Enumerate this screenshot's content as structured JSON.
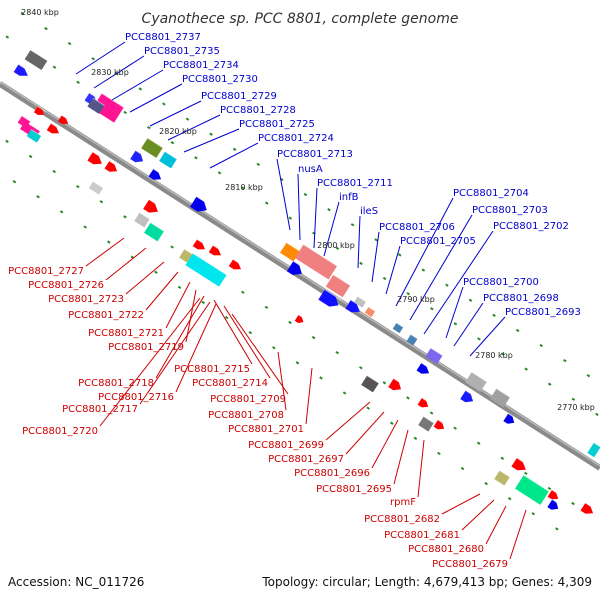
{
  "title": "Cyanothece sp. PCC 8801, complete genome",
  "footer": {
    "accession": "Accession: NC_011726",
    "info": "Topology: circular; Length: 4,679,413 bp; Genes: 4,309"
  },
  "colors": {
    "top": "#0000cc",
    "bottom": "#cc0000",
    "backbone": "#808080"
  },
  "kbp_labels": [
    "2840 kbp",
    "2830 kbp",
    "2820 kbp",
    "2810 kbp",
    "2800 kbp",
    "2790 kbp",
    "2780 kbp",
    "2770 kbp"
  ],
  "top_labels": [
    "PCC8801_2737",
    "PCC8801_2735",
    "PCC8801_2734",
    "PCC8801_2730",
    "PCC8801_2729",
    "PCC8801_2728",
    "PCC8801_2725",
    "PCC8801_2724",
    "PCC8801_2713",
    "nusA",
    "PCC8801_2711",
    "infB",
    "ileS",
    "PCC8801_2706",
    "PCC8801_2705",
    "PCC8801_2704",
    "PCC8801_2703",
    "PCC8801_2702",
    "PCC8801_2700",
    "PCC8801_2698",
    "PCC8801_2693"
  ],
  "bottom_labels": [
    "PCC8801_2727",
    "PCC8801_2726",
    "PCC8801_2723",
    "PCC8801_2722",
    "PCC8801_2721",
    "PCC8801_2719",
    "PCC8801_2718",
    "PCC8801_2715",
    "PCC8801_2716",
    "PCC8801_2714",
    "PCC8801_2717",
    "PCC8801_2709",
    "PCC8801_2720",
    "PCC8801_2708",
    "PCC8801_2701",
    "PCC8801_2699",
    "PCC8801_2697",
    "PCC8801_2696",
    "PCC8801_2695",
    "rpmF",
    "PCC8801_2682",
    "PCC8801_2681",
    "PCC8801_2680",
    "PCC8801_2679"
  ]
}
